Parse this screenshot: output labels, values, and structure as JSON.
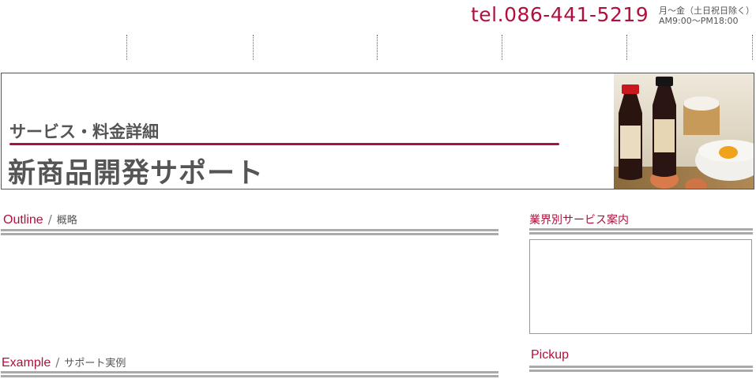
{
  "contact": {
    "tel": "tel.086-441-5219",
    "hours_line1": "月〜金（土日祝日除く）",
    "hours_line2": "AM9:00〜PM18:00"
  },
  "hero": {
    "subtitle": "サービス・料金詳細",
    "title": "新商品開発サポート",
    "accent_color": "#a8123e"
  },
  "sections": {
    "outline": {
      "en": "Outline",
      "slash": "/",
      "jp": "概略"
    },
    "example": {
      "en": "Example",
      "slash": "/",
      "jp": "サポート実例"
    }
  },
  "sidebar": {
    "industry_heading": "業界別サービス案内",
    "pickup_heading": "Pickup"
  }
}
